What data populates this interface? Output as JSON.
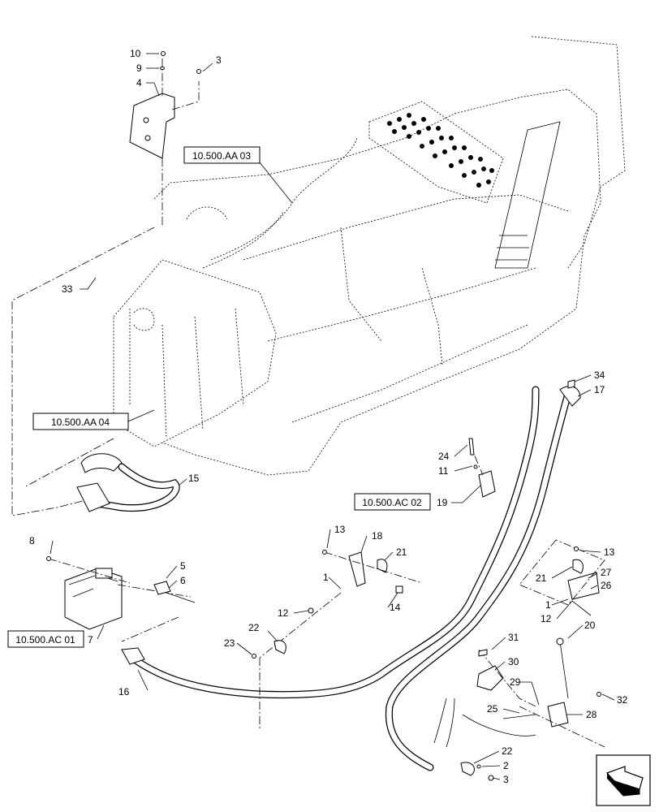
{
  "references": {
    "aa03": "10.500.AA 03",
    "aa04": "10.500.AA 04",
    "ac02": "10.500.AC 02",
    "ac01": "10.500.AC 01"
  },
  "callouts": {
    "c10": "10",
    "c9": "9",
    "c4": "4",
    "c3a": "3",
    "c33": "33",
    "c15": "15",
    "c8": "8",
    "c5": "5",
    "c6": "6",
    "c7": "7",
    "c16": "16",
    "c13a": "13",
    "c18": "18",
    "c21a": "21",
    "c1a": "1",
    "c14": "14",
    "c12a": "12",
    "c22a": "22",
    "c23": "23",
    "c34": "34",
    "c17": "17",
    "c24": "24",
    "c11": "11",
    "c19": "19",
    "c13b": "13",
    "c21b": "21",
    "c27": "27",
    "c26": "26",
    "c1b": "1",
    "c12b": "12",
    "c20": "20",
    "c31": "31",
    "c30": "30",
    "c29": "29",
    "c32": "32",
    "c25": "25",
    "c28": "28",
    "c22b": "22",
    "c2": "2",
    "c3b": "3"
  },
  "icons": {
    "view_arrow": "isometric-view-arrow-icon"
  }
}
